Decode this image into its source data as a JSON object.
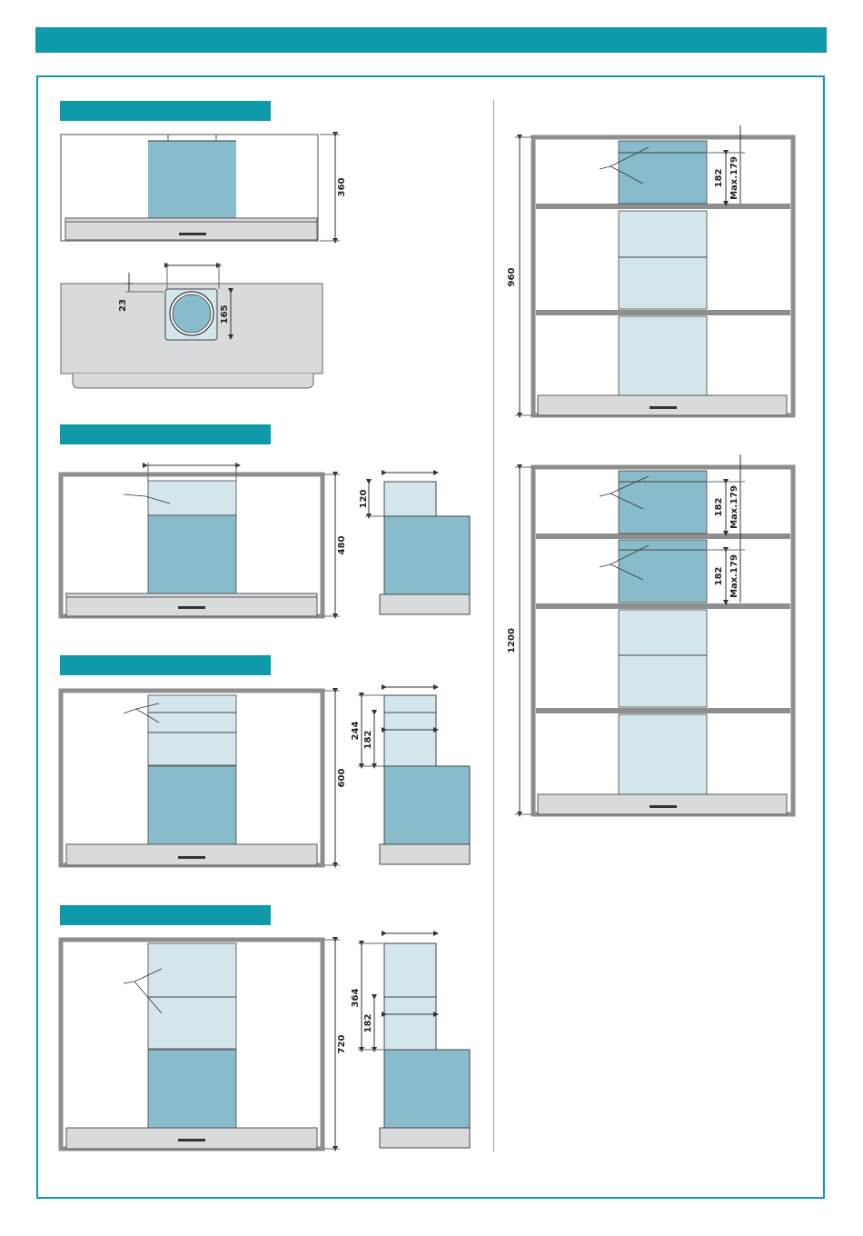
{
  "colors": {
    "accent": "#0e9aa9",
    "duct_dark": "#89bccb",
    "duct_light": "#d3e6ec",
    "frame_gray": "#8e8e8e",
    "panel_gray": "#d9dadb"
  },
  "dimensions": {
    "d360": "360",
    "d23": "23",
    "d165": "165",
    "d480": "480",
    "d120": "120",
    "d600": "600",
    "d244": "244",
    "d182a": "182",
    "d720": "720",
    "d364": "364",
    "d182b": "182",
    "d960": "960",
    "d182c": "182",
    "max179a": "Max.179",
    "d1200": "1200",
    "d182d": "182",
    "max179b": "Max.179",
    "d182e": "182",
    "max179c": "Max.179"
  }
}
